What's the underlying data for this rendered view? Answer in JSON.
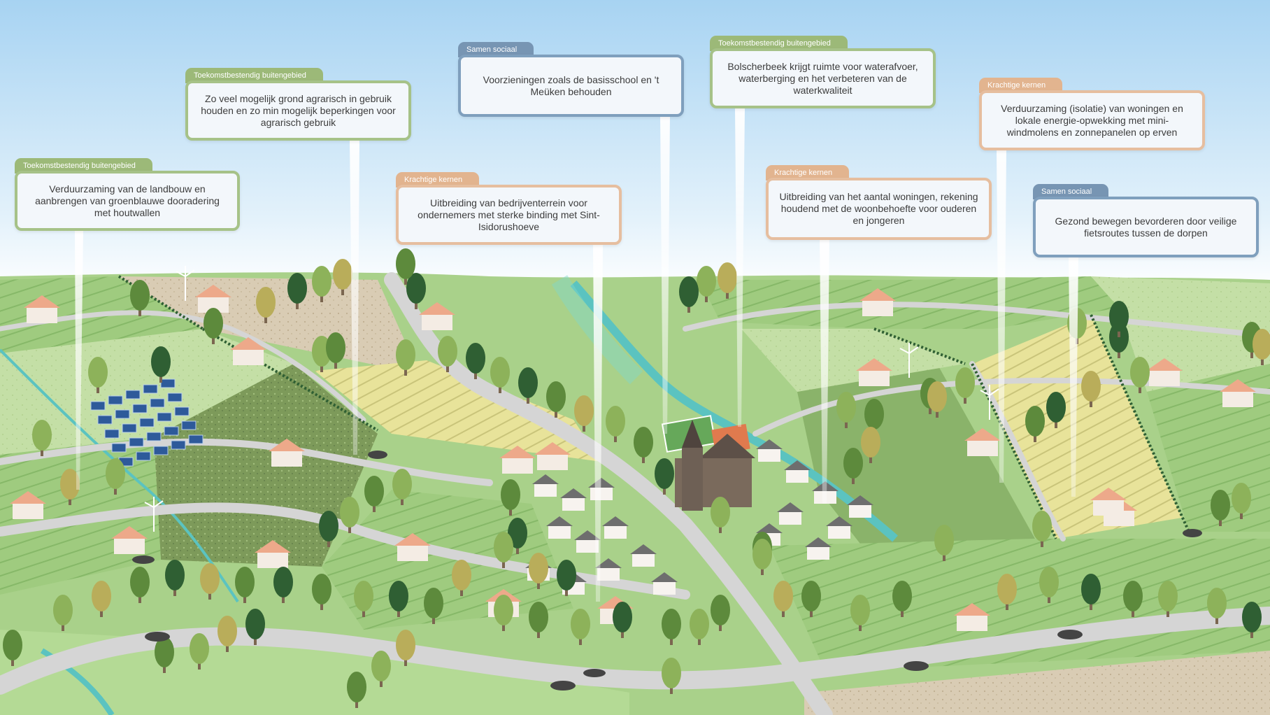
{
  "colors": {
    "green_theme": "#a6c288",
    "blue_theme": "#7f9fbd",
    "orange_theme": "#e6be9f",
    "sky_top": "#a9d4f3",
    "field_green": "#a9d18a",
    "road_grey": "#d3d3d3",
    "water": "#5bc3c0"
  },
  "callouts": [
    {
      "theme": "green",
      "tag": "Toekomstbestendig buitengebied",
      "text": "Verduurzaming van de landbouw en aanbrengen van groenblauwe dooradering met houtwallen"
    },
    {
      "theme": "green",
      "tag": "Toekomstbestendig buitengebied",
      "text": "Zo veel mogelijk grond agrarisch in gebruik houden en zo min mogelijk beperkingen voor agrarisch gebruik"
    },
    {
      "theme": "orange",
      "tag": "Krachtige kernen",
      "text": "Uitbreiding van bedrijventerrein voor ondernemers met sterke binding met Sint-Isidorushoeve"
    },
    {
      "theme": "blue",
      "tag": "Samen sociaal",
      "text": "Voorzieningen zoals de basisschool en 't Meüken behouden"
    },
    {
      "theme": "green",
      "tag": "Toekomstbestendig buitengebied",
      "text": "Bolscherbeek krijgt ruimte voor waterafvoer, waterberging en het verbeteren van de waterkwaliteit"
    },
    {
      "theme": "orange",
      "tag": "Krachtige kernen",
      "text": "Uitbreiding van het aantal woningen, rekening houdend met de woonbehoefte voor ouderen en jongeren"
    },
    {
      "theme": "orange",
      "tag": "Krachtige kernen",
      "text": "Verduurzaming (isolatie) van woningen en lokale energie-opwekking met mini-windmolens en zonnepanelen op erven"
    },
    {
      "theme": "blue",
      "tag": "Samen sociaal",
      "text": "Gezond bewegen bevorderen door veilige fietsroutes tussen de dorpen"
    }
  ]
}
